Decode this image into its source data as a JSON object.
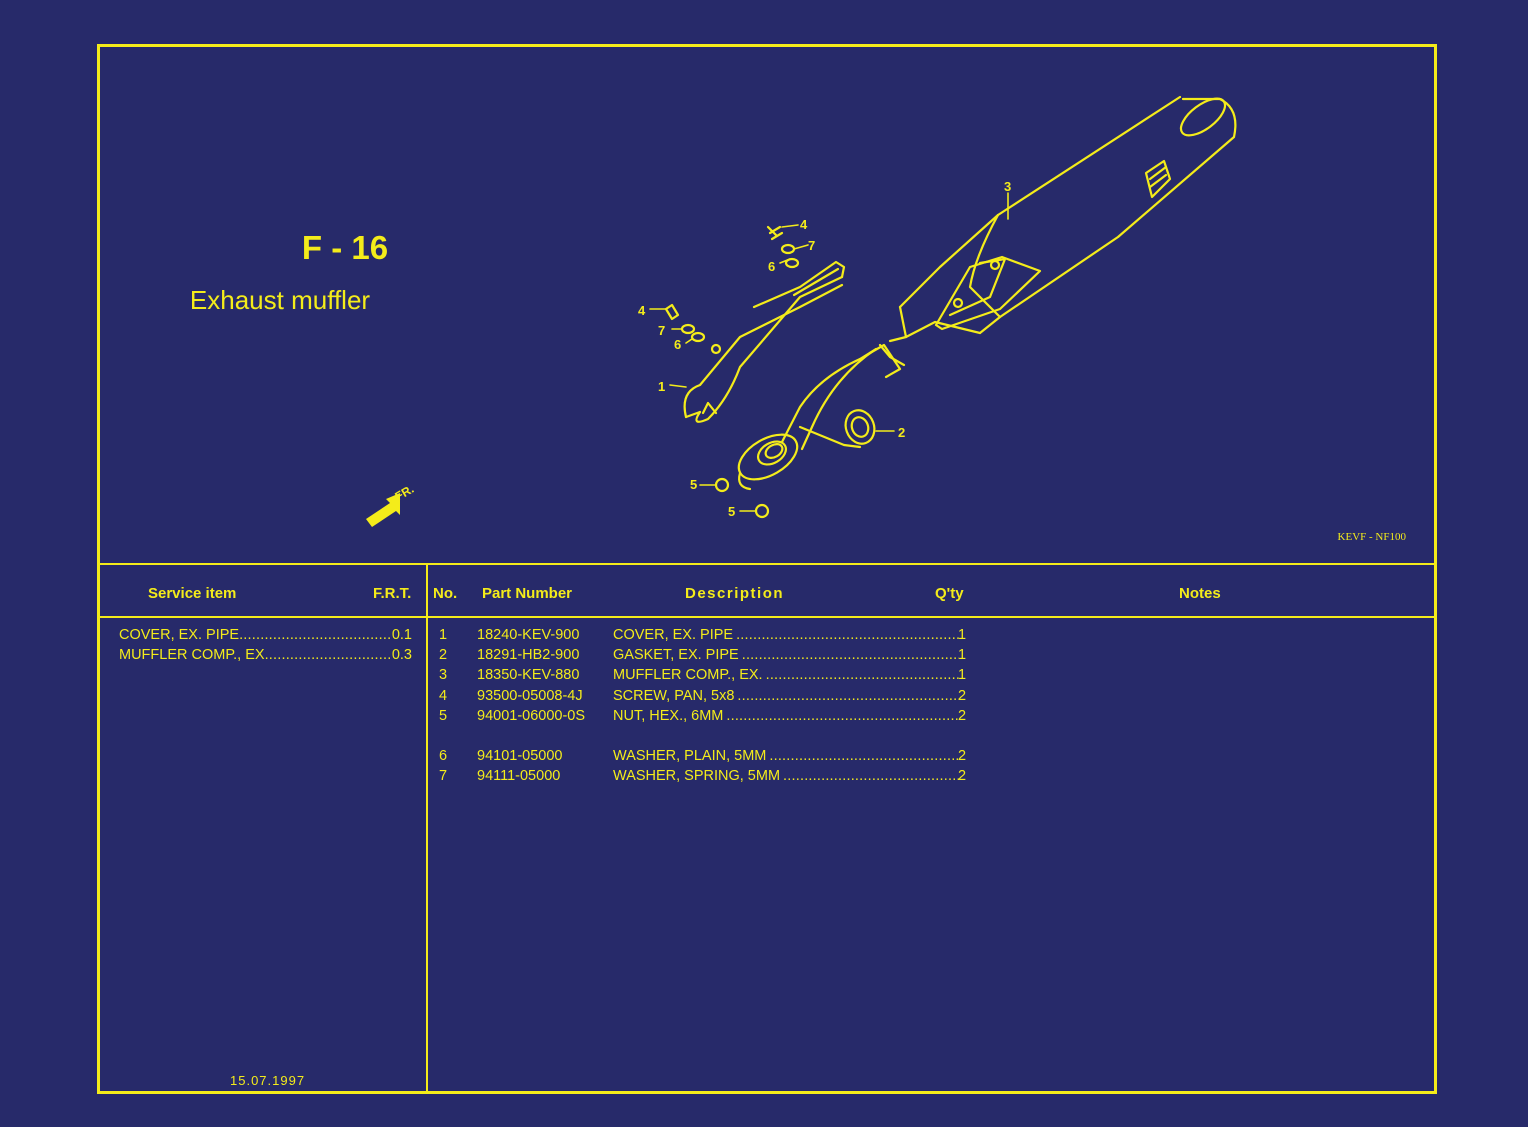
{
  "header": {
    "code": "F - 16",
    "title": "Exhaust muffler",
    "ref": "KEVF - NF100",
    "front_label": "FR."
  },
  "diagram": {
    "callouts": [
      "1",
      "2",
      "3",
      "4",
      "4",
      "5",
      "5",
      "6",
      "6",
      "7",
      "7"
    ]
  },
  "table": {
    "service_header": "Service item",
    "frt_header": "F.R.T.",
    "no_header": "No.",
    "part_header": "Part Number",
    "desc_header": "Description",
    "qty_header": "Q'ty",
    "notes_header": "Notes"
  },
  "service_items": [
    {
      "name": "COVER, EX. PIPE",
      "frt": "0.1"
    },
    {
      "name": "MUFFLER COMP., EX",
      "frt": "0.3"
    }
  ],
  "parts": [
    {
      "no": "1",
      "part": "18240-KEV-900",
      "desc": "COVER, EX. PIPE",
      "qty": "1"
    },
    {
      "no": "2",
      "part": "18291-HB2-900",
      "desc": "GASKET, EX. PIPE",
      "qty": "1"
    },
    {
      "no": "3",
      "part": "18350-KEV-880",
      "desc": "MUFFLER COMP., EX.",
      "qty": "1"
    },
    {
      "no": "4",
      "part": "93500-05008-4J",
      "desc": "SCREW, PAN, 5x8",
      "qty": "2"
    },
    {
      "no": "5",
      "part": "94001-06000-0S",
      "desc": "NUT, HEX., 6MM",
      "qty": "2"
    },
    {
      "no": "6",
      "part": "94101-05000",
      "desc": "WASHER, PLAIN, 5MM",
      "qty": "2"
    },
    {
      "no": "7",
      "part": "94111-05000",
      "desc": "WASHER, SPRING, 5MM",
      "qty": "2"
    }
  ],
  "footer": {
    "date": "15.07.1997"
  },
  "colors": {
    "background": "#272a6a",
    "line": "#f4ec1a"
  }
}
